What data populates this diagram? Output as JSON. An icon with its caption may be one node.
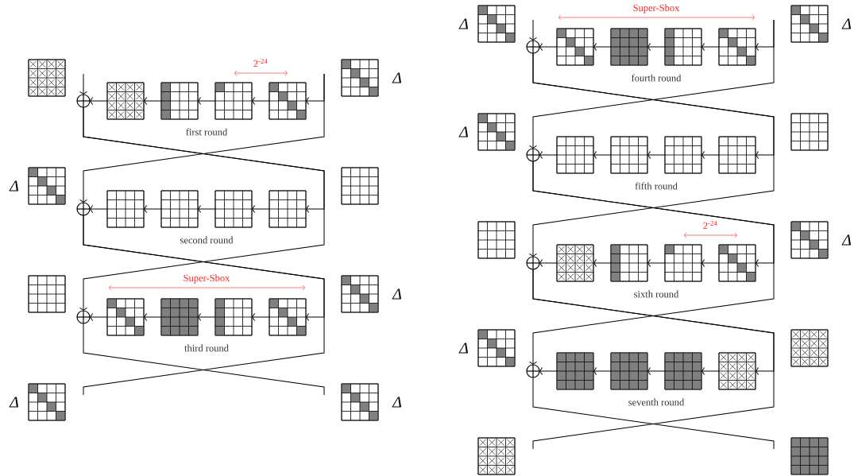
{
  "diagram": {
    "nodes": [
      {
        "text": [],
        "shape": "grid"
      },
      {
        "text": [],
        "shape": "grid",
        "beside": [
          "Δ"
        ]
      },
      {
        "text": [],
        "shape": "grid"
      },
      {
        "text": [],
        "shape": "grid"
      },
      {
        "text": [],
        "shape": "grid"
      },
      {
        "text": [],
        "shape": "grid"
      },
      {
        "text": [],
        "shape": "circle"
      },
      {
        "text": [],
        "shape": "grid",
        "beside": [
          "Δ"
        ]
      },
      {
        "text": [],
        "shape": "grid"
      },
      {
        "text": [],
        "shape": "grid"
      },
      {
        "text": [],
        "shape": "grid"
      },
      {
        "text": [],
        "shape": "grid"
      },
      {
        "text": [],
        "shape": "grid"
      },
      {
        "text": [],
        "shape": "circle"
      },
      {
        "text": [],
        "shape": "grid"
      },
      {
        "text": [],
        "shape": "grid",
        "beside": [
          "Δ"
        ]
      },
      {
        "text": [],
        "shape": "grid"
      },
      {
        "text": [],
        "shape": "grid"
      },
      {
        "text": [],
        "shape": "grid"
      },
      {
        "text": [],
        "shape": "grid"
      },
      {
        "text": [],
        "shape": "circle"
      },
      {
        "text": [],
        "shape": "grid",
        "beside": [
          "Δ"
        ]
      },
      {
        "text": [],
        "shape": "grid",
        "beside": [
          "Δ"
        ]
      },
      {
        "text": [],
        "shape": "grid",
        "beside": [
          "Δ"
        ]
      },
      {
        "text": [],
        "shape": "grid",
        "beside": [
          "Δ"
        ]
      },
      {
        "text": [],
        "shape": "grid"
      },
      {
        "text": [],
        "shape": "grid"
      },
      {
        "text": [],
        "shape": "grid"
      },
      {
        "text": [],
        "shape": "grid"
      },
      {
        "text": [],
        "shape": "circle"
      },
      {
        "text": [],
        "shape": "grid",
        "beside": [
          "Δ"
        ]
      },
      {
        "text": [],
        "shape": "grid"
      },
      {
        "text": [],
        "shape": "grid"
      },
      {
        "text": [],
        "shape": "grid"
      },
      {
        "text": [],
        "shape": "grid"
      },
      {
        "text": [],
        "shape": "grid"
      },
      {
        "text": [],
        "shape": "circle"
      },
      {
        "text": [],
        "shape": "grid"
      },
      {
        "text": [],
        "shape": "grid",
        "beside": [
          "Δ"
        ]
      },
      {
        "text": [],
        "shape": "grid"
      },
      {
        "text": [],
        "shape": "grid"
      },
      {
        "text": [],
        "shape": "grid"
      },
      {
        "text": [],
        "shape": "grid"
      },
      {
        "text": [],
        "shape": "circle"
      },
      {
        "text": [],
        "shape": "grid",
        "beside": [
          "Δ"
        ]
      },
      {
        "text": [],
        "shape": "grid"
      },
      {
        "text": [],
        "shape": "grid"
      },
      {
        "text": [],
        "shape": "grid"
      },
      {
        "text": [],
        "shape": "grid"
      },
      {
        "text": [],
        "shape": "grid"
      },
      {
        "text": [],
        "shape": "circle"
      },
      {
        "text": [],
        "shape": "grid"
      },
      {
        "text": [],
        "shape": "grid"
      }
    ],
    "edges": [
      {
        "from": null,
        "to": 5,
        "arrow": "to"
      },
      {
        "from": 5,
        "to": 4,
        "arrow": "to"
      },
      {
        "from": 4,
        "to": 3,
        "arrow": "to"
      },
      {
        "from": 3,
        "to": 2,
        "arrow": "to"
      },
      {
        "from": 2,
        "to": 6,
        "arrow": "to"
      },
      {
        "from": null,
        "to": 6,
        "arrow": "to"
      },
      {
        "from": 12,
        "to": 11,
        "arrow": "to"
      },
      {
        "from": 11,
        "to": 10,
        "arrow": "to"
      },
      {
        "from": 10,
        "to": 9,
        "arrow": "to"
      },
      {
        "from": 9,
        "to": 13,
        "arrow": "to"
      },
      {
        "from": 19,
        "to": 18,
        "arrow": "to"
      },
      {
        "from": 18,
        "to": 17,
        "arrow": "to"
      },
      {
        "from": 17,
        "to": 16,
        "arrow": "to"
      },
      {
        "from": 16,
        "to": 20,
        "arrow": "to"
      },
      {
        "from": null,
        "to": 13,
        "arrow": "to"
      },
      {
        "from": 6,
        "to": 12,
        "arrow": "to"
      },
      {
        "from": 6,
        "to": 20,
        "arrow": "to"
      },
      {
        "from": 13,
        "to": 19,
        "arrow": "to"
      },
      {
        "from": 13,
        "to": null,
        "arrow": "none"
      },
      {
        "from": 20,
        "to": null,
        "arrow": "none"
      },
      {
        "from": null,
        "to": 28,
        "arrow": "to"
      },
      {
        "from": 28,
        "to": 27,
        "arrow": "to"
      },
      {
        "from": 27,
        "to": 26,
        "arrow": "to"
      },
      {
        "from": 26,
        "to": 25,
        "arrow": "to"
      },
      {
        "from": 25,
        "to": 29,
        "arrow": "to"
      },
      {
        "from": null,
        "to": 29,
        "arrow": "to"
      },
      {
        "from": 35,
        "to": 34,
        "arrow": "to"
      },
      {
        "from": 34,
        "to": 33,
        "arrow": "to"
      },
      {
        "from": 33,
        "to": 32,
        "arrow": "to"
      },
      {
        "from": 32,
        "to": 36,
        "arrow": "to"
      },
      {
        "from": 42,
        "to": 41,
        "arrow": "to"
      },
      {
        "from": 41,
        "to": 40,
        "arrow": "to"
      },
      {
        "from": 40,
        "to": 39,
        "arrow": "to"
      },
      {
        "from": 39,
        "to": 43,
        "arrow": "to"
      },
      {
        "from": 49,
        "to": 48,
        "arrow": "to"
      },
      {
        "from": 48,
        "to": 47,
        "arrow": "to"
      },
      {
        "from": 47,
        "to": 46,
        "arrow": "to"
      },
      {
        "from": 46,
        "to": 50,
        "arrow": "to"
      },
      {
        "from": null,
        "to": 36,
        "arrow": "to"
      },
      {
        "from": 29,
        "to": 35,
        "arrow": "to"
      },
      {
        "from": 29,
        "to": 43,
        "arrow": "to"
      },
      {
        "from": 36,
        "to": 42,
        "arrow": "to"
      },
      {
        "from": 36,
        "to": 50,
        "arrow": "to"
      },
      {
        "from": 43,
        "to": 49,
        "arrow": "to"
      },
      {
        "from": 43,
        "to": null,
        "arrow": "none"
      },
      {
        "from": 50,
        "to": null,
        "arrow": "none"
      }
    ],
    "labels": [
      "2$^{-24}$",
      "first round",
      "second round",
      "Super-Sbox",
      "third round",
      "Super-Sbox",
      "fourth round",
      "fifth round",
      "2$^{-24}$",
      "sixth round",
      "seventh round"
    ]
  }
}
